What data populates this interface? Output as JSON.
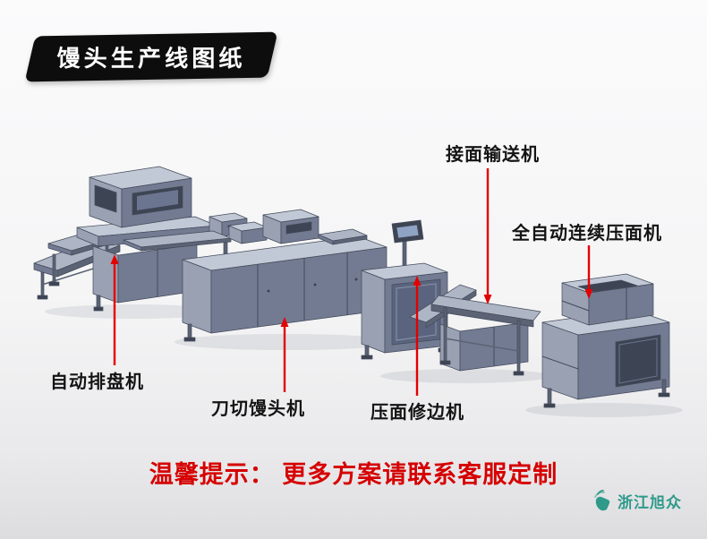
{
  "title": {
    "banner": "馒头生产线图纸"
  },
  "machine_labels": {
    "dough_feed_conveyor": "接面输送机",
    "continuous_press": "全自动连续压面机",
    "auto_tray": "自动排盘机",
    "knife_cut": "刀切馒头机",
    "edge_trim": "压面修边机"
  },
  "notice": {
    "text": "温馨提示： 更多方案请联系客服定制"
  },
  "brand": {
    "watermark": "浙江旭众"
  },
  "colors": {
    "accent_red": "#d60000",
    "banner_bg": "#0d0d0d",
    "brand_teal": "#2f9a8a",
    "machine_gray": "#99a1b3"
  }
}
